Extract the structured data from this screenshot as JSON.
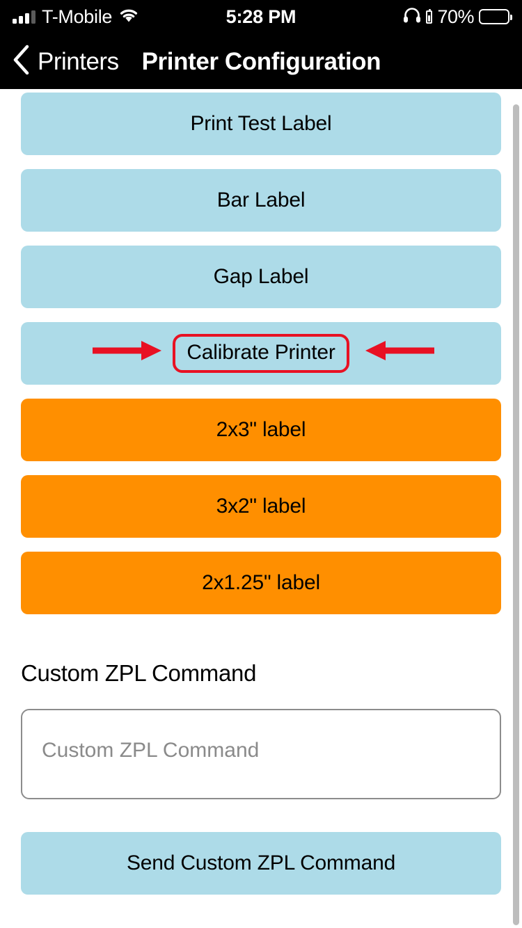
{
  "status_bar": {
    "carrier": "T-Mobile",
    "time": "5:28 PM",
    "battery_percent": "70%",
    "icons": [
      "signal-bars-icon",
      "wifi-icon",
      "headphones-icon",
      "headphones-battery-icon",
      "battery-icon"
    ],
    "signal_bars_active": 3,
    "signal_bars_total": 4,
    "battery_fill_ratio": 0.7
  },
  "nav": {
    "back_label": "Printers",
    "title": "Printer Configuration"
  },
  "buttons": {
    "print_test_label": "Print Test Label",
    "bar_label": "Bar Label",
    "gap_label": "Gap Label",
    "calibrate_printer": "Calibrate Printer",
    "label_2x3": "2x3\" label",
    "label_3x2": "3x2\" label",
    "label_2x125": "2x1.25\" label",
    "send_custom_zpl": "Send Custom ZPL Command"
  },
  "custom_zpl": {
    "heading": "Custom ZPL Command",
    "placeholder": "Custom ZPL Command",
    "value": ""
  },
  "annotation": {
    "target": "Calibrate Printer",
    "shape": "rounded-rectangle-outline",
    "arrows": [
      "arrow-pointing-right",
      "arrow-pointing-left"
    ],
    "color": "#e81123"
  },
  "colors": {
    "blue_button": "#addbe8",
    "orange_button": "#ff8f00",
    "annotation_red": "#e81123",
    "nav_background": "#000000",
    "page_background": "#ffffff",
    "scrollbar_thumb": "#bdbdbd",
    "input_border": "#8c8c8c",
    "placeholder_text": "#8a8a8a"
  }
}
